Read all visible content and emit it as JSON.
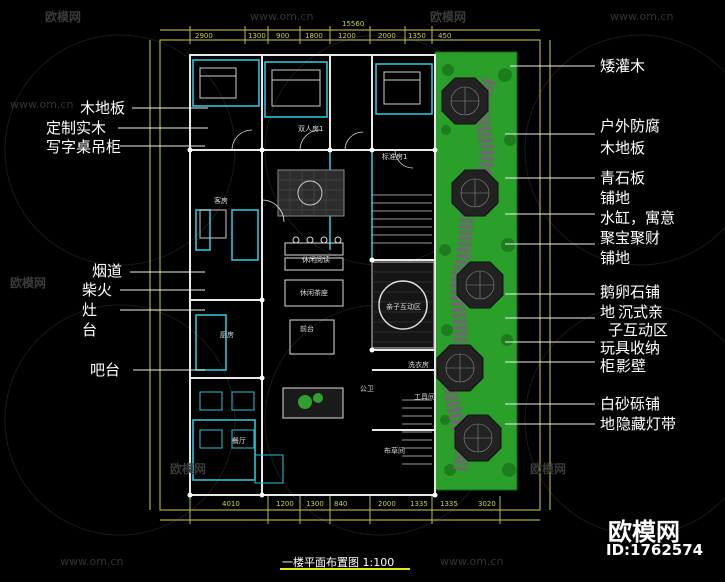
{
  "plan_caption": "一楼平面布置图 1:100",
  "brand": {
    "name": "欧模网",
    "id": "ID:1762574"
  },
  "watermark": {
    "brand": "欧模网",
    "url": "www.om.cn"
  },
  "left_labels": [
    {
      "text": "木地板"
    },
    {
      "text": "定制实木"
    },
    {
      "text": "写字桌吊柜"
    },
    {
      "text": "烟道"
    },
    {
      "text": "柴火"
    },
    {
      "text": "灶"
    },
    {
      "text": "台"
    },
    {
      "text": "吧台"
    }
  ],
  "right_labels": [
    {
      "text": "矮灌木"
    },
    {
      "text": "户外防腐"
    },
    {
      "text": "木地板"
    },
    {
      "text": "青石板"
    },
    {
      "text": "铺地"
    },
    {
      "text": "水缸，寓意"
    },
    {
      "text": "聚宝聚财"
    },
    {
      "text": "铺地"
    },
    {
      "text": "鹅卵石铺"
    },
    {
      "text": "地"
    },
    {
      "text": "沉式亲"
    },
    {
      "text": "子互动区"
    },
    {
      "text": "玩具收纳"
    },
    {
      "text": "柜"
    },
    {
      "text": "影壁"
    },
    {
      "text": "白砂砾铺"
    },
    {
      "text": "地"
    },
    {
      "text": "隐藏灯带"
    }
  ],
  "room_labels": [
    {
      "text": "双人房1"
    },
    {
      "text": "标准房1"
    },
    {
      "text": "客房"
    },
    {
      "text": "休闲阅读"
    },
    {
      "text": "休闲茶座"
    },
    {
      "text": "前台"
    },
    {
      "text": "亲子互动区"
    },
    {
      "text": "厨房"
    },
    {
      "text": "餐厅"
    },
    {
      "text": "洗衣房"
    },
    {
      "text": "工具间"
    },
    {
      "text": "布草间"
    },
    {
      "text": "公卫"
    }
  ],
  "dimensions_top": [
    "15560",
    "2900",
    "1300",
    "900",
    "1800",
    "1200",
    "2000",
    "1350",
    "450"
  ],
  "dimensions_bottom": [
    "4010",
    "1200",
    "1300",
    "840",
    "1335",
    "2000",
    "1335",
    "3020"
  ]
}
